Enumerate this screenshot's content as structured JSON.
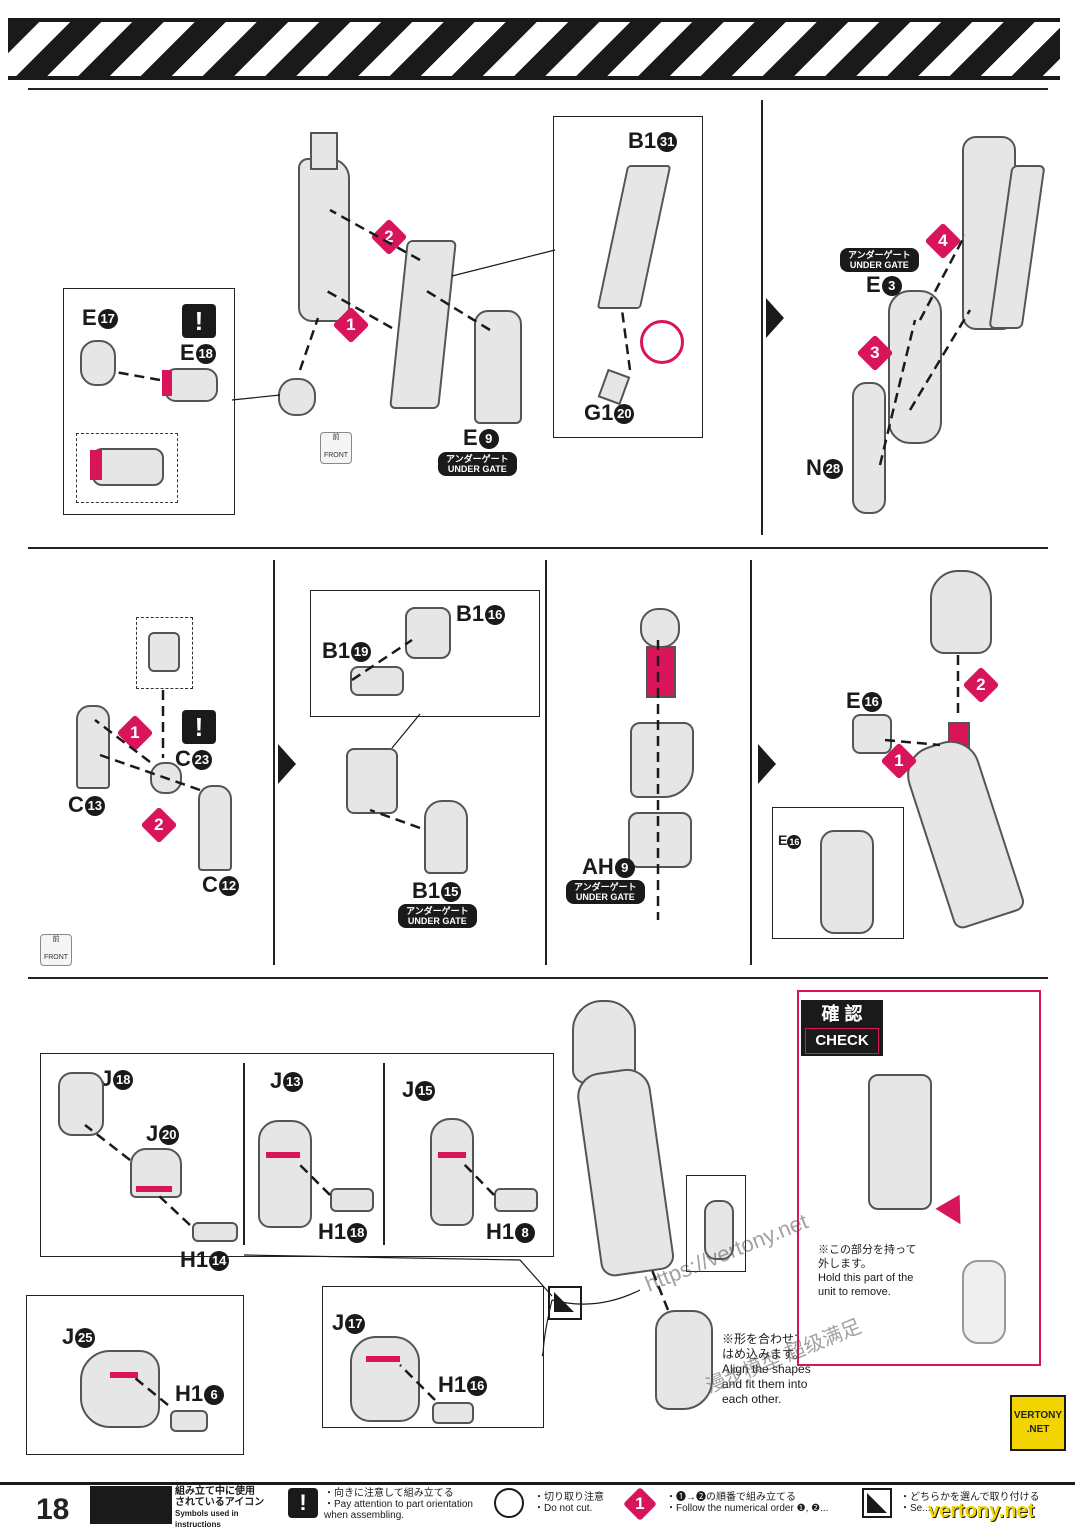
{
  "page_number": "18",
  "panels": {
    "p1": {
      "parts": {
        "e17": "E",
        "e17n": "17",
        "e18": "E",
        "e18n": "18"
      },
      "front": {
        "jp": "前",
        "en": "FRONT"
      }
    },
    "p2": {
      "b1_31": "B1",
      "b1_31n": "31",
      "g1_20": "G1",
      "g1_20n": "20",
      "e9": "E",
      "e9n": "9",
      "gate_jp": "アンダーゲート",
      "gate_en": "UNDER GATE",
      "step1": "1",
      "step2": "2"
    },
    "p3": {
      "e3": "E",
      "e3n": "3",
      "n28": "N",
      "n28n": "28",
      "gate_jp": "アンダーゲート",
      "gate_en": "UNDER GATE",
      "step3": "3",
      "step4": "4"
    },
    "p4": {
      "c23": "C",
      "c23n": "23",
      "c13": "C",
      "c13n": "13",
      "c12": "C",
      "c12n": "12",
      "step1": "1",
      "step2": "2",
      "front": {
        "jp": "前",
        "en": "FRONT"
      }
    },
    "p5": {
      "b1_16": "B1",
      "b1_16n": "16",
      "b1_19": "B1",
      "b1_19n": "19",
      "b1_15": "B1",
      "b1_15n": "15",
      "gate_jp": "アンダーゲート",
      "gate_en": "UNDER GATE"
    },
    "p6": {
      "ah9": "AH",
      "ah9n": "9",
      "gate_jp": "アンダーゲート",
      "gate_en": "UNDER GATE"
    },
    "p7": {
      "e16": "E",
      "e16n": "16",
      "e16b": "E",
      "e16bn": "16",
      "step1": "1",
      "step2": "2"
    },
    "hands": {
      "j18": "J",
      "j18n": "18",
      "j20": "J",
      "j20n": "20",
      "h1_14": "H1",
      "h1_14n": "14",
      "j13": "J",
      "j13n": "13",
      "h1_18": "H1",
      "h1_18n": "18",
      "j15": "J",
      "j15n": "15",
      "h1_8": "H1",
      "h1_8n": "8",
      "j25": "J",
      "j25n": "25",
      "h1_6": "H1",
      "h1_6n": "6",
      "j17": "J",
      "j17n": "17",
      "h1_16": "H1",
      "h1_16n": "16"
    },
    "note_align": {
      "jp1": "※形を合わせて",
      "jp2": "はめ込みます。",
      "en1": "Align the shapes",
      "en2": "and fit them into",
      "en3": "each other."
    },
    "check": {
      "jp": "確 認",
      "en": "CHECK",
      "jp1": "※この部分を持って",
      "jp2": "外します。",
      "en1": "Hold this part of the",
      "en2": "unit to remove."
    }
  },
  "watermark": {
    "url": "https://vertony.net",
    "jp": "漫步模型 超级满足",
    "badge1": "VERTONY",
    "badge2": ".NET",
    "foot": "vertony.net"
  },
  "footer": {
    "title_jp1": "組み立て中に使用",
    "title_jp2": "されているアイコン",
    "title_en": "Symbols used in instructions",
    "icon1_jp": "・向きに注意して組み立てる",
    "icon1_en1": "・Pay attention to part orientation",
    "icon1_en2": "when assembling.",
    "icon2_jp": "・切り取り注意",
    "icon2_en": "・Do not cut.",
    "icon3_jp": "・❶→❷の順番で組み立てる",
    "icon3_en": "・Follow the numerical order ❶, ❷...",
    "icon4_jp": "・どちらかを選んで取り付ける",
    "icon4_en": "・Se..."
  },
  "colors": {
    "accent": "#d8145a",
    "ink": "#1a1a1a",
    "part": "#e6e6e6"
  }
}
